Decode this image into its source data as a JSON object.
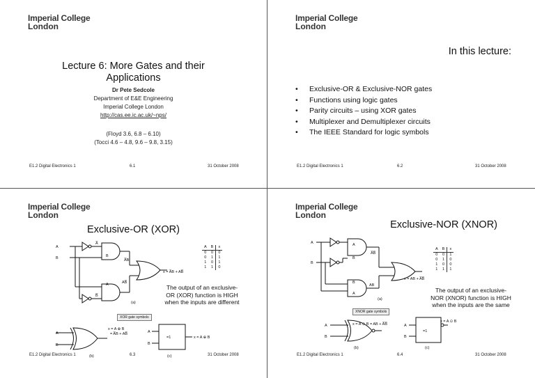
{
  "institution": {
    "line1": "Imperial College",
    "line2": "London"
  },
  "footer": {
    "course": "E1.2 Digital Electronics 1",
    "date": "31 October 2008"
  },
  "slide1": {
    "title_line1": "Lecture 6: More Gates and their",
    "title_line2": "Applications",
    "author": "Dr Pete Sedcole",
    "dept": "Department of E&E Engineering",
    "college": "Imperial College London",
    "url": "http://cas.ee.ic.ac.uk/~nps/",
    "ref1": "(Floyd 3.6, 6.8 – 6.10)",
    "ref2": "(Tocci 4.6 – 4.8, 9.6 – 9.8, 3.15)",
    "page": "6.1"
  },
  "slide2": {
    "title": "In this lecture:",
    "bullets": [
      "Exclusive-OR & Exclusive-NOR gates",
      "Functions using logic gates",
      "Parity circuits – using XOR gates",
      "Multiplexer and Demultiplexer circuits",
      "The IEEE Standard for logic symbols"
    ],
    "page": "6.2"
  },
  "slide3": {
    "title": "Exclusive-OR (XOR)",
    "caption": [
      "The output of an exclusive-",
      "OR (XOR) function is HIGH",
      "when the inputs are different"
    ],
    "symbols_label": "XOR gate symbols",
    "table": {
      "headers": [
        "A",
        "B",
        "x"
      ],
      "rows": [
        [
          "0",
          "0",
          "0"
        ],
        [
          "0",
          "1",
          "1"
        ],
        [
          "1",
          "0",
          "1"
        ],
        [
          "1",
          "1",
          "0"
        ]
      ]
    },
    "labels": {
      "a": "A",
      "b": "B",
      "abar": "A̅",
      "bbar": "B̅",
      "ab1": "A̅B",
      "ab2": "AB̅",
      "out": "x = A̅B + AB̅",
      "fig_a": "(a)",
      "fig_b": "(b)",
      "fig_c": "(c)",
      "sym1": "x = A ⊕ B",
      "sym2": "= A̅B + AB̅",
      "eq1": "=1",
      "sym3": "x = A ⊕ B"
    },
    "page": "6.3"
  },
  "slide4": {
    "title": "Exclusive-NOR (XNOR)",
    "caption": [
      "The output of an exclusive-",
      "NOR (XNOR) function is HIGH",
      "when the inputs are the same"
    ],
    "symbols_label": "XNOR gate symbols",
    "table": {
      "headers": [
        "A",
        "B",
        "x"
      ],
      "rows": [
        [
          "0",
          "0",
          "1"
        ],
        [
          "0",
          "1",
          "0"
        ],
        [
          "1",
          "0",
          "0"
        ],
        [
          "1",
          "1",
          "1"
        ]
      ]
    },
    "labels": {
      "a": "A",
      "b": "B",
      "ab1": "A̅B̅",
      "ab2": "AB",
      "out": "x = AB + A̅B̅",
      "fig_a": "(a)",
      "fig_b": "(b)",
      "fig_c": "(c)",
      "sym1": "x = A ⊙ B = AB + A̅B̅",
      "eq1": "=1",
      "sym3": "x = A ⊙ B"
    },
    "page": "6.4"
  }
}
